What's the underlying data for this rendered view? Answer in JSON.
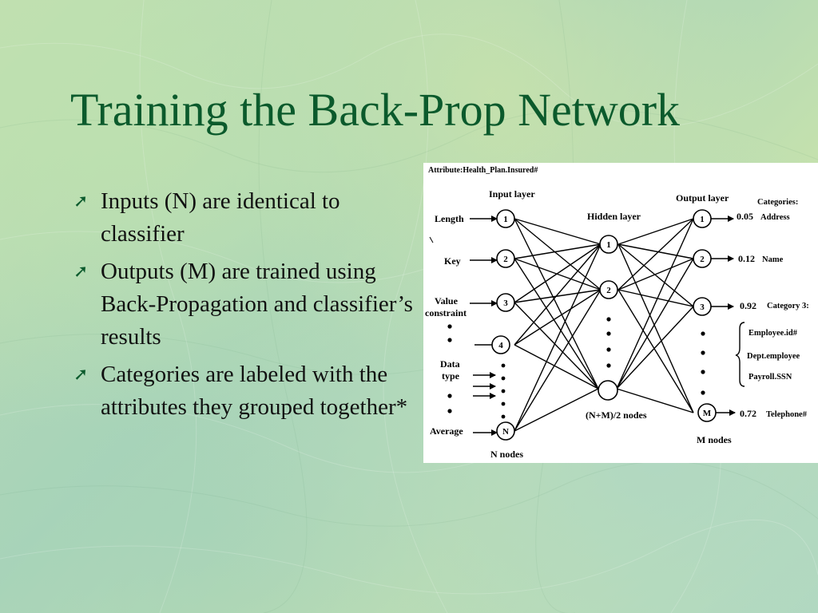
{
  "slide": {
    "title": "Training the Back-Prop Network",
    "bullet_icon": "arrow-up-right-icon",
    "bullets": [
      "Inputs (N) are identical to classifier",
      "Outputs (M) are trained using Back-Propagation and classifier’s results",
      "Categories are labeled with the attributes they grouped together*"
    ]
  },
  "diagram": {
    "header": "Attribute:Health_Plan.Insured#",
    "input_layer_label": "Input layer",
    "hidden_layer_label": "Hidden layer",
    "output_layer_label": "Output layer",
    "categories_label": "Categories:",
    "input_labels": {
      "length": "Length",
      "key": "Key",
      "value_line1": "Value",
      "value_line2": "constraint",
      "data_line1": "Data",
      "data_line2": "type",
      "average": "Average"
    },
    "input_nodes": [
      "1",
      "2",
      "3",
      "4",
      "N"
    ],
    "hidden_nodes": [
      "1",
      "2",
      ""
    ],
    "output_nodes": [
      "1",
      "2",
      "3",
      "M"
    ],
    "outputs": [
      {
        "value": "0.05",
        "category": "Address"
      },
      {
        "value": "0.12",
        "category": "Name"
      },
      {
        "value": "0.92",
        "category": "Category 3:"
      },
      {
        "value": "0.72",
        "category": "Telephone#"
      }
    ],
    "category3_members": [
      "Employee.id#",
      "Dept.employee",
      "Payroll.SSN"
    ],
    "n_nodes_label": "N nodes",
    "hidden_count_label": "(N+M)/2 nodes",
    "m_nodes_label": "M nodes"
  }
}
